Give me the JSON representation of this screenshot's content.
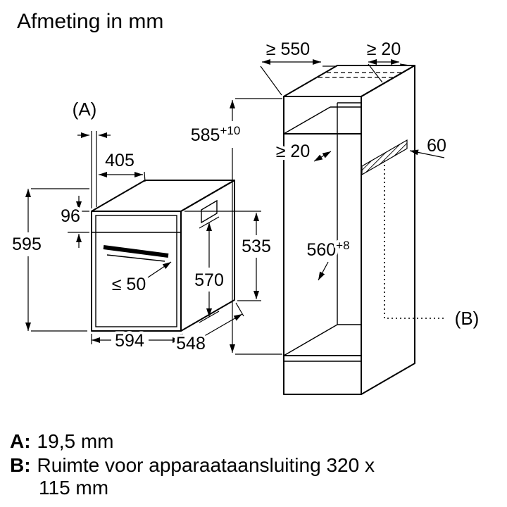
{
  "title": "Afmeting in mm",
  "drawing": {
    "oven": {
      "ref_a": "(A)",
      "dim_top_depth": "405",
      "dim_panel_height": "96",
      "dim_height": "595",
      "dim_handle": "≤ 50",
      "dim_door_depth": "570",
      "dim_body_side": "535",
      "dim_width": "594",
      "dim_depth": "548"
    },
    "cabinet": {
      "dim_min_depth": "≥ 550",
      "dim_rear_gap_top": "≥ 20",
      "dim_niche_height": "585",
      "dim_niche_height_tol": "+10",
      "dim_rear_gap_inner": "≥ 20",
      "dim_vent": "60",
      "dim_niche_width": "560",
      "dim_niche_width_tol": "+8",
      "ref_b": "(B)"
    }
  },
  "footnotes": {
    "a_key": "A:",
    "a_value": "19,5 mm",
    "b_key": "B:",
    "b_value_line1": "Ruimte voor apparaataansluiting 320 x",
    "b_value_line2": "115 mm"
  }
}
